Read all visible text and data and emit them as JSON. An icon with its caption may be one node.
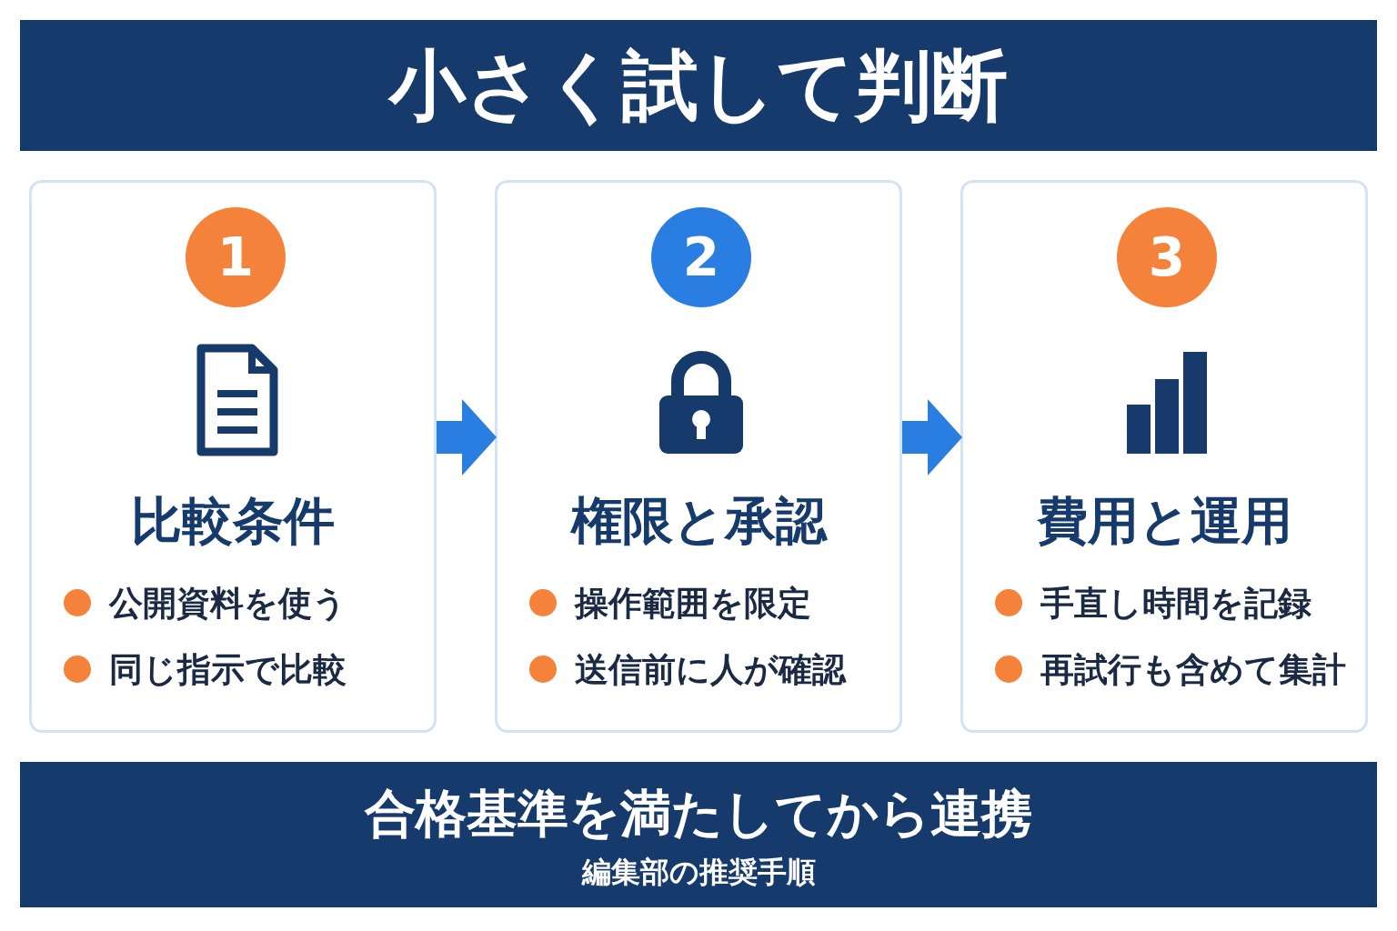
{
  "diagram": {
    "title": "小さく試して判断",
    "nodes": [
      {
        "text": [
          "比較条件",
          "公開資料を使う",
          "同じ指示で比較"
        ]
      },
      {
        "text": [
          "1"
        ],
        "in": 0
      },
      {
        "text": [
          "権限と承認",
          "操作範囲を限定",
          "送信前に人が確認"
        ]
      },
      {
        "text": [
          "2"
        ],
        "in": 2
      },
      {
        "text": [
          "費用と運用",
          "手直し時間を記録",
          "再試行も含めて集計"
        ]
      },
      {
        "text": [
          "3"
        ],
        "in": 4
      },
      {
        "text": [
          "合格基準を満たしてから連携",
          "編集部の推奨手順"
        ]
      }
    ],
    "edges": [
      {
        "from": 0,
        "to": 2,
        "arrow": "to"
      },
      {
        "from": 2,
        "to": 4,
        "arrow": "to"
      }
    ]
  }
}
